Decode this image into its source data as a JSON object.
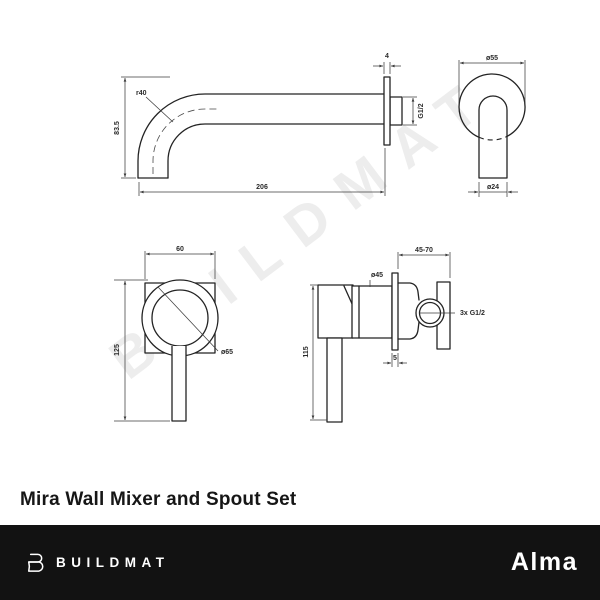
{
  "title": "Mira Wall Mixer and Spout Set",
  "watermark": "BUILDMAT",
  "footer": {
    "brand": "BUILDMAT",
    "collection": "Alma"
  },
  "colors": {
    "footer_bg": "#121212",
    "line": "#232323",
    "watermark": "#ededed",
    "text": "#161616"
  },
  "drawings": {
    "spout_side": {
      "label_height": "83.5",
      "label_length": "206",
      "label_radius": "r40",
      "label_flange": "4",
      "label_thread": "G1/2"
    },
    "spout_front": {
      "label_plate": "ø55",
      "label_tube": "ø24"
    },
    "mixer_front": {
      "label_width": "60",
      "label_height": "125",
      "label_plate": "ø65"
    },
    "mixer_side": {
      "label_depth": "45-70",
      "label_body": "ø45",
      "label_height": "115",
      "label_plate_thickness": "5",
      "label_thread": "3x G1/2"
    }
  }
}
